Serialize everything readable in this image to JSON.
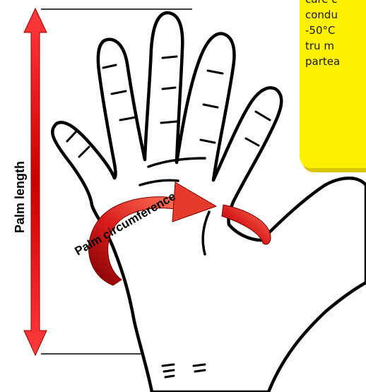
{
  "labels": {
    "palm_length": "Palm length",
    "palm_circumference": "Palm circumference"
  },
  "info_box": {
    "lines": [
      "care c",
      "condu",
      "-50°C",
      "tru m",
      "partea"
    ]
  },
  "colors": {
    "arrow_red": "#d81e1e",
    "arrow_dark": "#8c0000",
    "box_yellow": "#fff200",
    "outline": "#000000"
  }
}
